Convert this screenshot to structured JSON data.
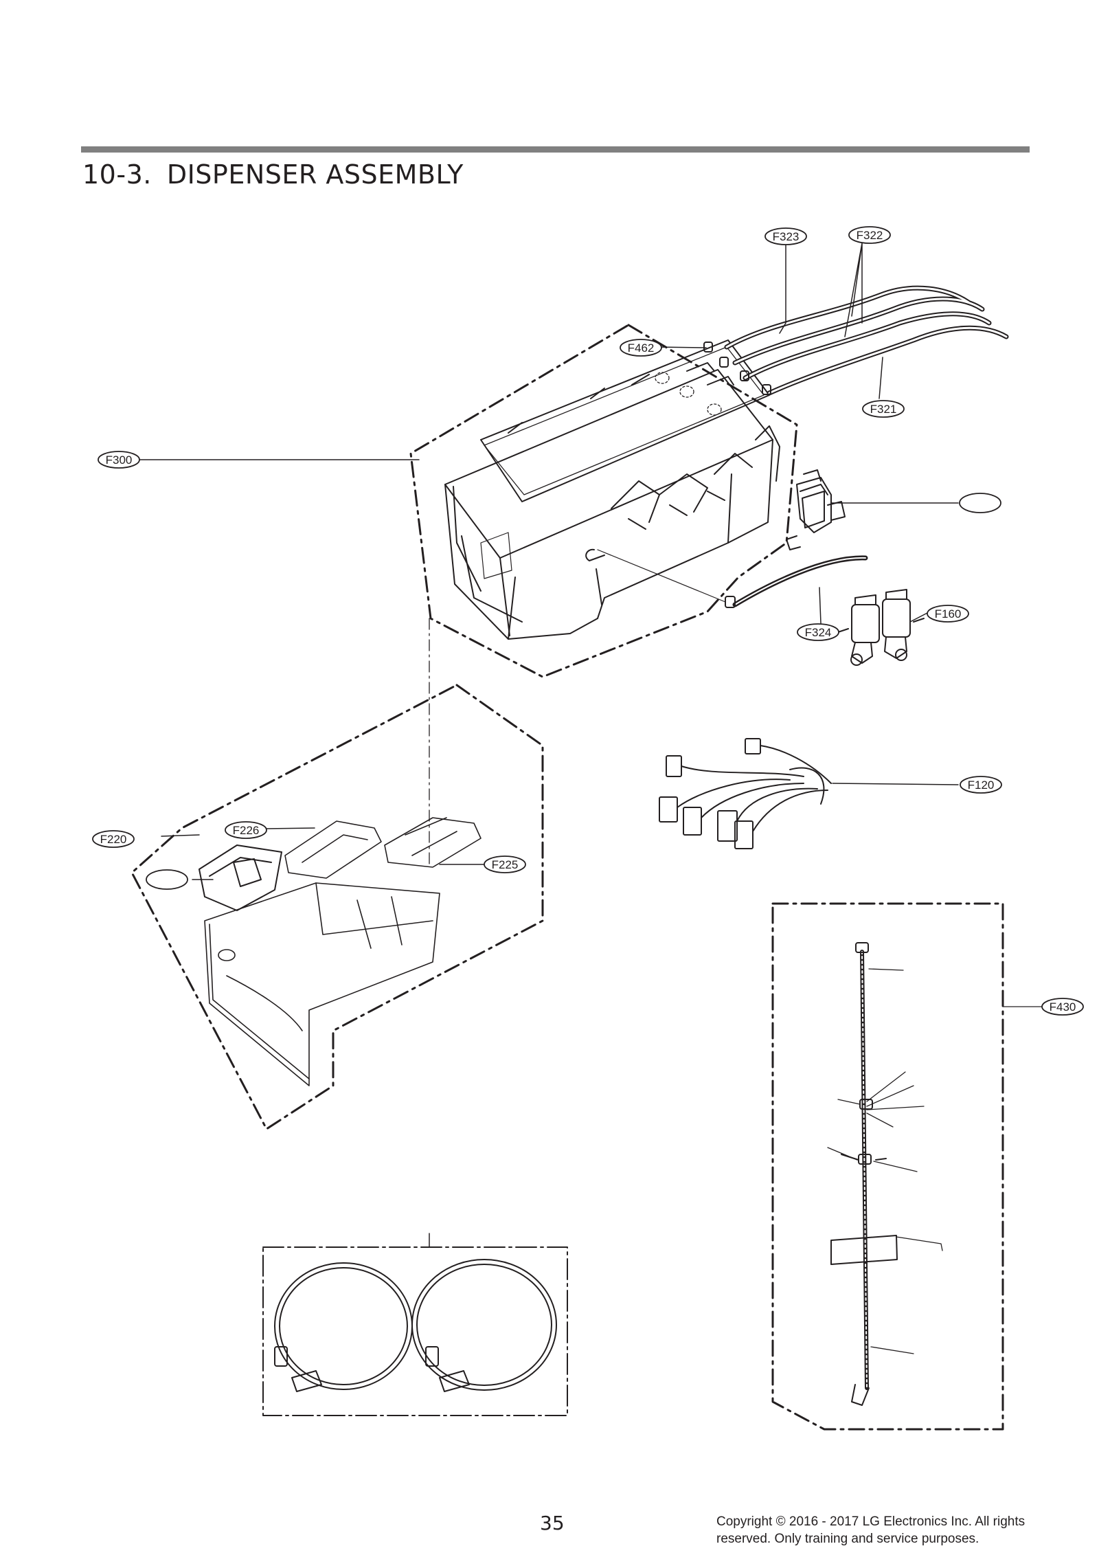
{
  "header": {
    "section_number": "10-3.",
    "section_title": "DISPENSER ASSEMBLY"
  },
  "callouts": {
    "f323": "F323",
    "f322": "F322",
    "f462": "F462",
    "f321": "F321",
    "f300": "F300",
    "f160": "F160",
    "f324": "F324",
    "f120": "F120",
    "f220": "F220",
    "f226": "F226",
    "f225": "F225",
    "f430": "F430"
  },
  "footer": {
    "page_number": "35",
    "copyright_line1": "Copyright © 2016 - 2017 LG Electronics Inc. All rights",
    "copyright_line2": "reserved. Only training and service purposes."
  }
}
